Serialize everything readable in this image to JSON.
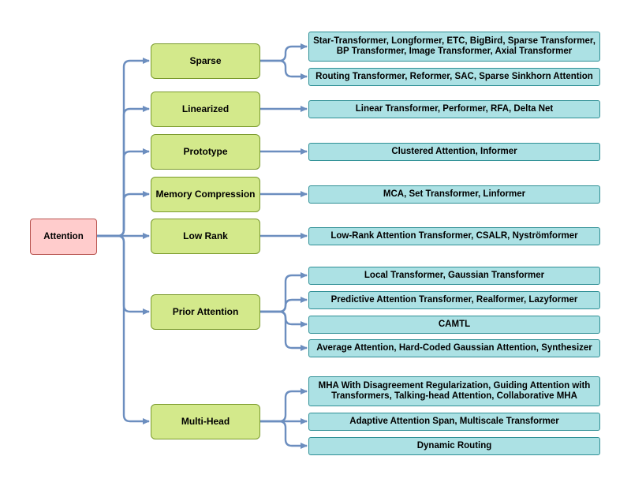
{
  "root": {
    "label": "Attention"
  },
  "categories": [
    {
      "label": "Sparse",
      "methods": [
        "Star-Transformer, Longformer, ETC, BigBird, Sparse Transformer, BP Transformer, Image Transformer, Axial Transformer",
        "Routing Transformer, Reformer, SAC, Sparse Sinkhorn Attention"
      ]
    },
    {
      "label": "Linearized",
      "methods": [
        "Linear Transformer, Performer, RFA, Delta Net"
      ]
    },
    {
      "label": "Prototype",
      "methods": [
        "Clustered Attention, Informer"
      ]
    },
    {
      "label": "Memory Compression",
      "methods": [
        "MCA, Set Transformer, Linformer"
      ]
    },
    {
      "label": "Low Rank",
      "methods": [
        "Low-Rank Attention Transformer, CSALR, Nyströmformer"
      ]
    },
    {
      "label": "Prior Attention",
      "methods": [
        "Local Transformer, Gaussian Transformer",
        "Predictive Attention Transformer, Realformer, Lazyformer",
        "CAMTL",
        "Average Attention, Hard-Coded Gaussian Attention, Synthesizer"
      ]
    },
    {
      "label": "Multi-Head",
      "methods": [
        "MHA With Disagreement Regularization, Guiding Attention with Transformers, Talking-head Attention, Collaborative MHA",
        "Adaptive Attention Span, Multiscale Transformer",
        "Dynamic Routing"
      ]
    }
  ],
  "colors": {
    "root_fill": "#ffcccc",
    "category_fill": "#d3e98b",
    "method_fill": "#ace1e4",
    "connector": "#6c8ebf"
  }
}
